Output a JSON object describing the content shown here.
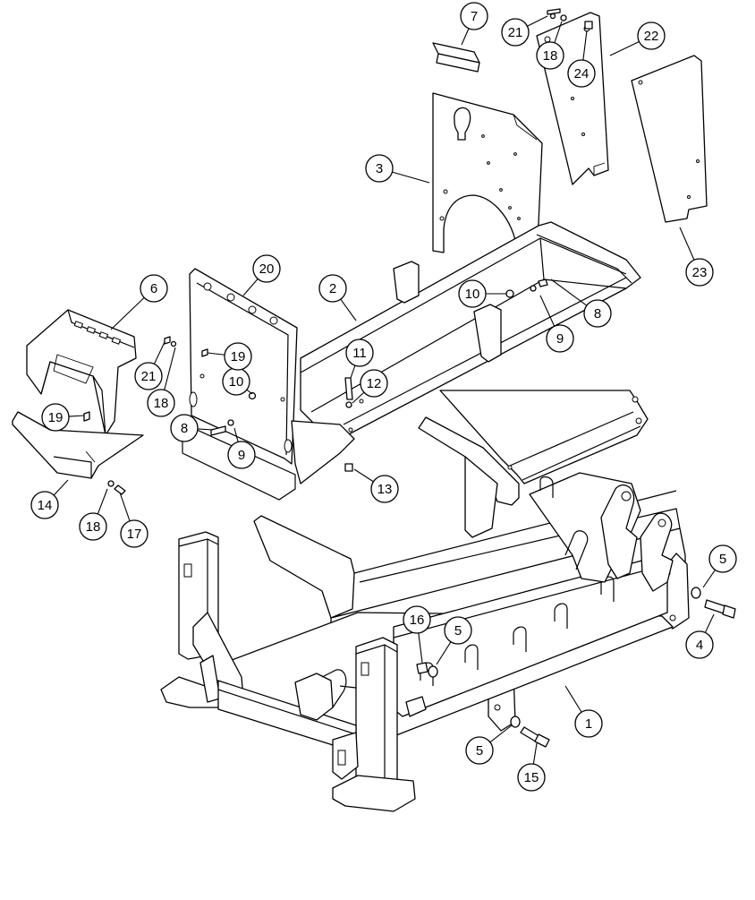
{
  "callouts": [
    {
      "label": "1"
    },
    {
      "label": "2"
    },
    {
      "label": "3"
    },
    {
      "label": "4"
    },
    {
      "label": "5"
    },
    {
      "label": "5"
    },
    {
      "label": "5"
    },
    {
      "label": "6"
    },
    {
      "label": "7"
    },
    {
      "label": "8"
    },
    {
      "label": "8"
    },
    {
      "label": "9"
    },
    {
      "label": "9"
    },
    {
      "label": "10"
    },
    {
      "label": "10"
    },
    {
      "label": "11"
    },
    {
      "label": "12"
    },
    {
      "label": "13"
    },
    {
      "label": "14"
    },
    {
      "label": "15"
    },
    {
      "label": "16"
    },
    {
      "label": "17"
    },
    {
      "label": "18"
    },
    {
      "label": "18"
    },
    {
      "label": "18"
    },
    {
      "label": "19"
    },
    {
      "label": "19"
    },
    {
      "label": "20"
    },
    {
      "label": "21"
    },
    {
      "label": "21"
    },
    {
      "label": "22"
    },
    {
      "label": "23"
    },
    {
      "label": "24"
    }
  ]
}
